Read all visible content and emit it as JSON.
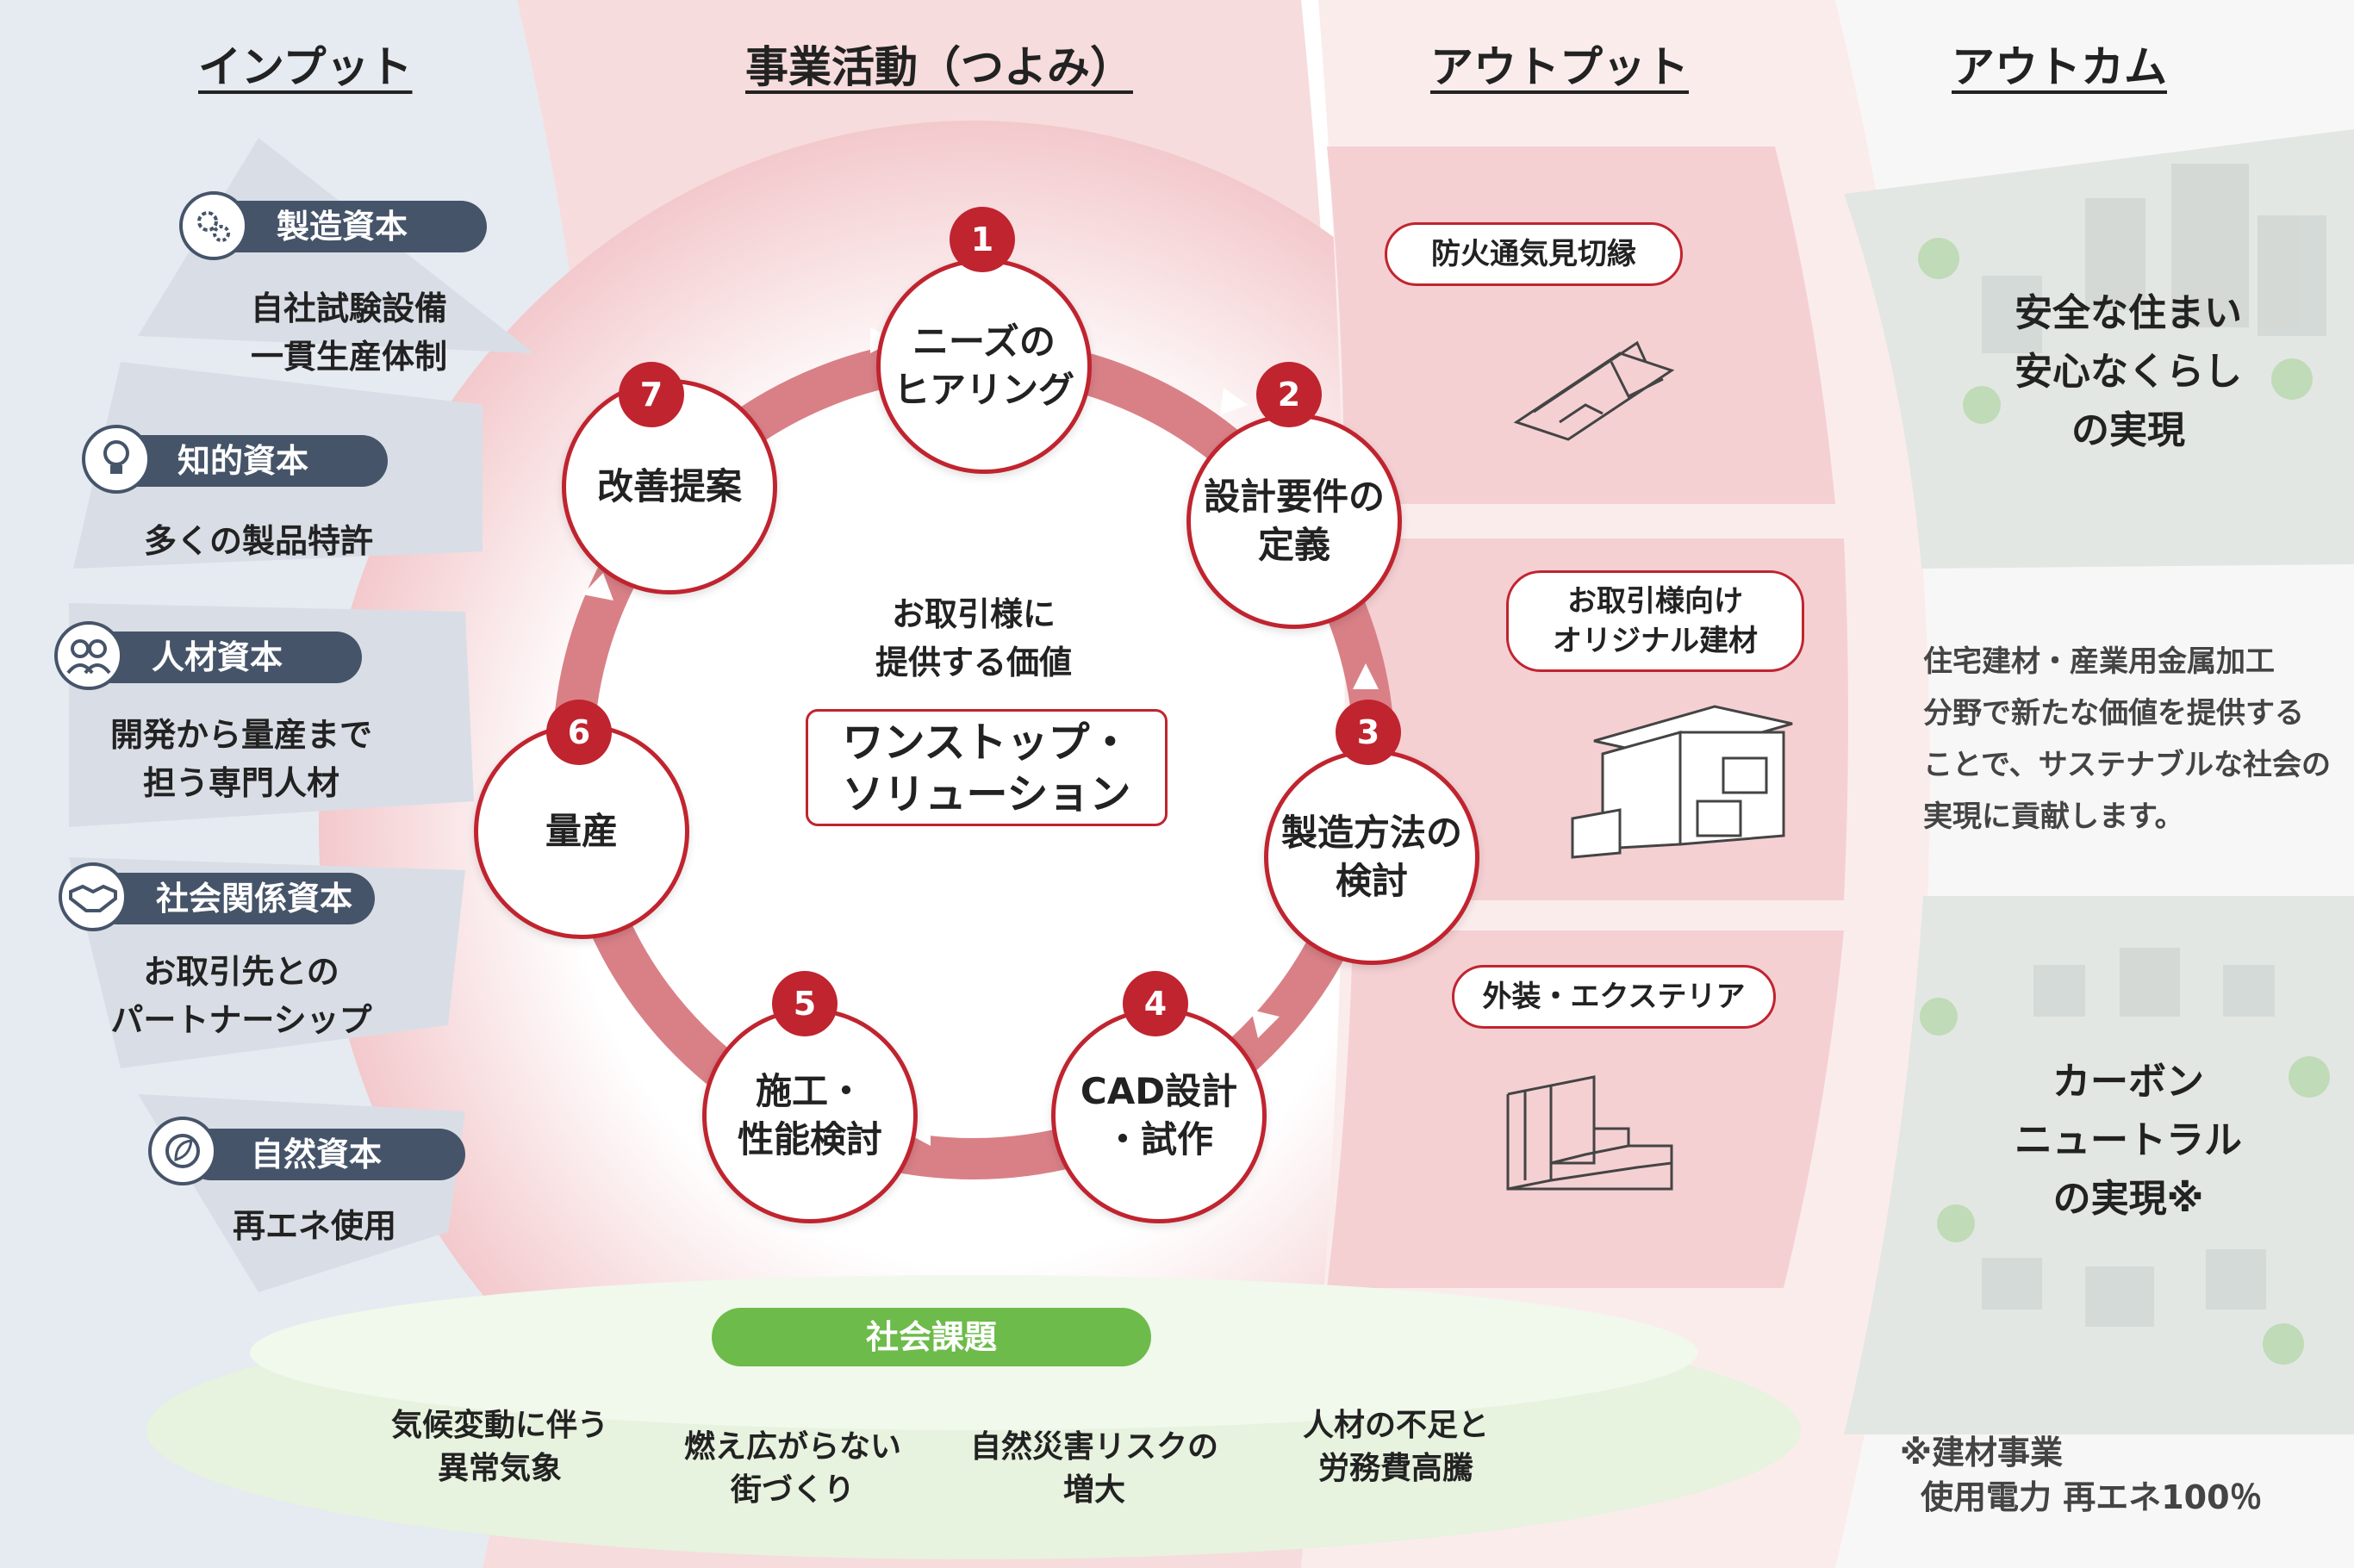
{
  "headers": {
    "input": "インプット",
    "activity": "事業活動（つよみ）",
    "output": "アウトプット",
    "outcome": "アウトカム"
  },
  "capitals": [
    {
      "name": "製造資本",
      "desc": [
        "自社試験設備",
        "一貫生産体制"
      ],
      "icon": "gears-icon"
    },
    {
      "name": "知的資本",
      "desc": [
        "多くの製品特許"
      ],
      "icon": "lightbulb-icon"
    },
    {
      "name": "人材資本",
      "desc": [
        "開発から量産まで",
        "担う専門人材"
      ],
      "icon": "people-icon"
    },
    {
      "name": "社会関係資本",
      "desc": [
        "お取引先との",
        "パートナーシップ"
      ],
      "icon": "handshake-icon"
    },
    {
      "name": "自然資本",
      "desc": [
        "再エネ使用"
      ],
      "icon": "leaf-icon"
    }
  ],
  "center": {
    "value_line1": "お取引様に",
    "value_line2": "提供する価値",
    "solution_line1": "ワンストップ・",
    "solution_line2": "ソリューション"
  },
  "steps": [
    {
      "num": "1",
      "line1": "ニーズの",
      "line2": "ヒアリング"
    },
    {
      "num": "2",
      "line1": "設計要件の",
      "line2": "定義"
    },
    {
      "num": "3",
      "line1": "製造方法の",
      "line2": "検討"
    },
    {
      "num": "4",
      "line1": "CAD設計",
      "line2": "・試作"
    },
    {
      "num": "5",
      "line1": "施工・",
      "line2": "性能検討"
    },
    {
      "num": "6",
      "line1": "量産",
      "line2": ""
    },
    {
      "num": "7",
      "line1": "改善提案",
      "line2": ""
    }
  ],
  "outputs": [
    {
      "line1": "防火通気見切縁",
      "line2": "",
      "icon": "vent-profile-icon"
    },
    {
      "line1": "お取引様向け",
      "line2": "オリジナル建材",
      "icon": "house-icon"
    },
    {
      "line1": "外装・エクステリア",
      "line2": "",
      "icon": "stairs-icon"
    }
  ],
  "outcomes": {
    "first": [
      "安全な住まい",
      "安心なくらし",
      "の実現"
    ],
    "desc": [
      "住宅建材・産業用金属加工",
      "分野で新たな価値を提供する",
      "ことで、サステナブルな社会の",
      "実現に貢献します。"
    ],
    "second": [
      "カーボン",
      "ニュートラル",
      "の実現※"
    ],
    "note": [
      "※建材事業",
      "使用電力 再エネ100％"
    ]
  },
  "social": {
    "title": "社会課題",
    "issues": [
      [
        "気候変動に伴う",
        "異常気象"
      ],
      [
        "燃え広がらない",
        "街づくり"
      ],
      [
        "自然災害リスクの",
        "増大"
      ],
      [
        "人材の不足と",
        "労務費高騰"
      ]
    ]
  },
  "colors": {
    "accent_red": "#c0242f",
    "ring_pink": "#d98087",
    "pill_navy": "#46546a",
    "social_green": "#6dbb4a",
    "input_bg": "#e6eaf1",
    "output_bg": "#f6d7d9"
  }
}
